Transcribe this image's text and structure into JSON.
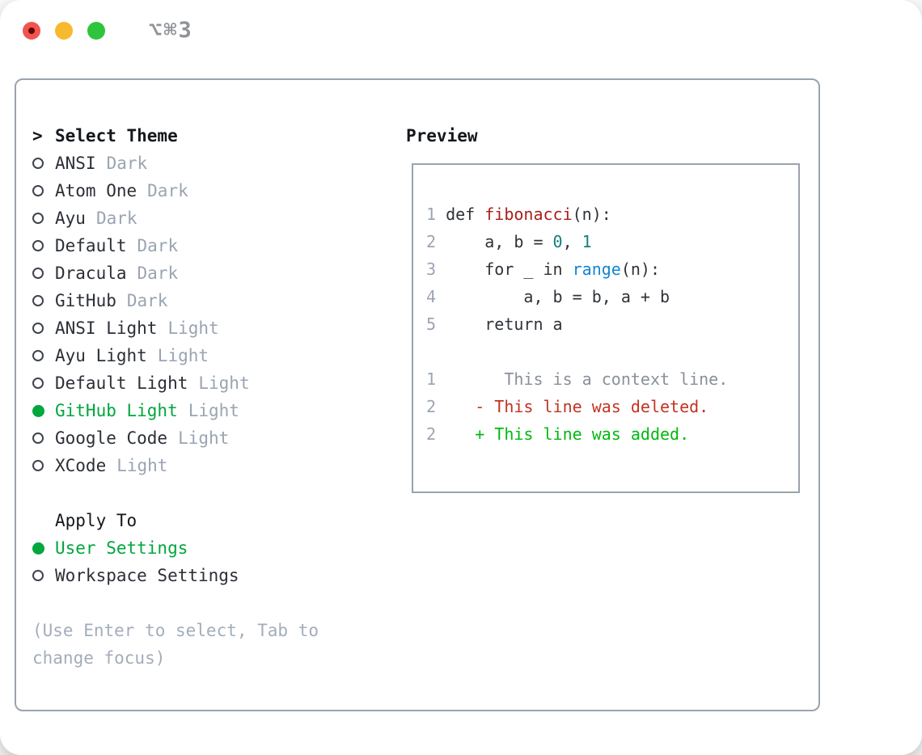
{
  "window": {
    "title": "⌥⌘3"
  },
  "colors": {
    "accent_green": "#00a63e",
    "text_dark": "#2b2f36",
    "text_black": "#14171b",
    "text_variant_gray": "#9aa4b2",
    "text_hint_gray": "#a3adba",
    "border_gray": "#9aa3ae",
    "line_number_gray": "#9ba4b5",
    "code_default": "#2f3338",
    "code_function": "#a8201a",
    "code_number": "#12807e",
    "code_builtin": "#1186d2",
    "diff_context": "#8a9099",
    "diff_deleted": "#c23321",
    "diff_added": "#00b90f",
    "titlebar_red": "#f1544f",
    "titlebar_red_dot": "#640703",
    "titlebar_yellow": "#f7b92e",
    "titlebar_green": "#2ec43b",
    "title_text_gray": "#8f9398"
  },
  "theme_panel": {
    "header": {
      "prefix": ">",
      "label": "Select Theme"
    },
    "themes": [
      {
        "name": "ANSI",
        "variant": "Dark",
        "selected": false
      },
      {
        "name": "Atom One",
        "variant": "Dark",
        "selected": false
      },
      {
        "name": "Ayu",
        "variant": "Dark",
        "selected": false
      },
      {
        "name": "Default",
        "variant": "Dark",
        "selected": false
      },
      {
        "name": "Dracula",
        "variant": "Dark",
        "selected": false
      },
      {
        "name": "GitHub",
        "variant": "Dark",
        "selected": false
      },
      {
        "name": "ANSI Light",
        "variant": "Light",
        "selected": false
      },
      {
        "name": "Ayu Light",
        "variant": "Light",
        "selected": false
      },
      {
        "name": "Default Light",
        "variant": "Light",
        "selected": false
      },
      {
        "name": "GitHub Light",
        "variant": "Light",
        "selected": true
      },
      {
        "name": "Google Code",
        "variant": "Light",
        "selected": false
      },
      {
        "name": "XCode",
        "variant": "Light",
        "selected": false
      }
    ],
    "apply_to": {
      "label": "Apply To",
      "options": [
        {
          "name": "User Settings",
          "selected": true
        },
        {
          "name": "Workspace Settings",
          "selected": false
        }
      ]
    },
    "hint": "(Use Enter to select, Tab to change focus)"
  },
  "preview": {
    "heading": "Preview",
    "code_lines": [
      {
        "num": "1",
        "segments": [
          {
            "text": "def ",
            "color": "code_default"
          },
          {
            "text": "fibonacci",
            "color": "code_function"
          },
          {
            "text": "(n):",
            "color": "code_default"
          }
        ]
      },
      {
        "num": "2",
        "segments": [
          {
            "text": "    a, b = ",
            "color": "code_default"
          },
          {
            "text": "0",
            "color": "code_number"
          },
          {
            "text": ", ",
            "color": "code_default"
          },
          {
            "text": "1",
            "color": "code_number"
          }
        ]
      },
      {
        "num": "3",
        "segments": [
          {
            "text": "    for _ in ",
            "color": "code_default"
          },
          {
            "text": "range",
            "color": "code_builtin"
          },
          {
            "text": "(n):",
            "color": "code_default"
          }
        ]
      },
      {
        "num": "4",
        "segments": [
          {
            "text": "        a, b = b, a + b",
            "color": "code_default"
          }
        ]
      },
      {
        "num": "5",
        "segments": [
          {
            "text": "    return a",
            "color": "code_default"
          }
        ]
      },
      {
        "num": "",
        "segments": []
      },
      {
        "num": "1",
        "segments": [
          {
            "text": "      This is a context line.",
            "color": "diff_context"
          }
        ]
      },
      {
        "num": "2",
        "segments": [
          {
            "text": "   - This line was deleted.",
            "color": "diff_deleted"
          }
        ]
      },
      {
        "num": "2",
        "segments": [
          {
            "text": "   + This line was added.",
            "color": "diff_added"
          }
        ]
      }
    ]
  }
}
